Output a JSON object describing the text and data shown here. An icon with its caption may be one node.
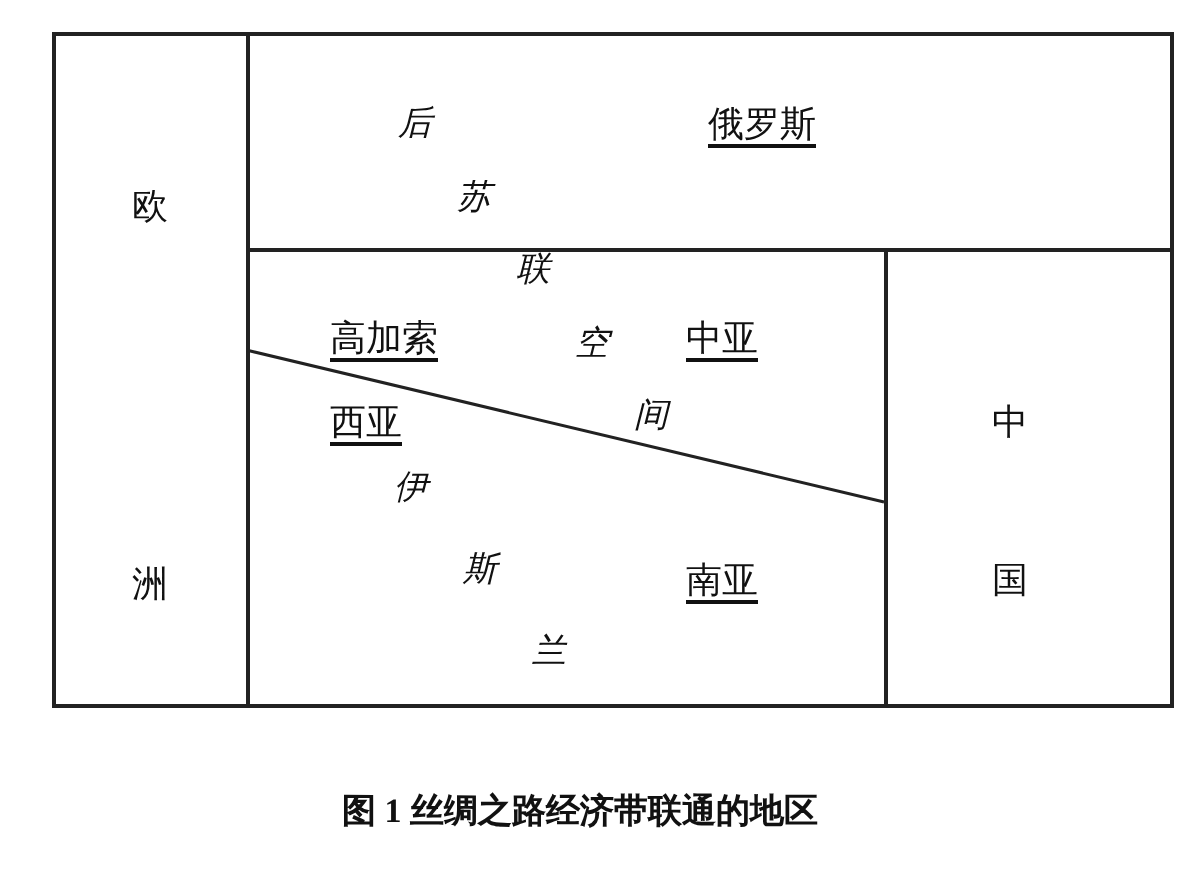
{
  "diagram": {
    "caption": "图 1 丝绸之路经济带联通的地区",
    "nodes": [
      {
        "text": [
          "欧",
          "洲"
        ]
      },
      {
        "text": [
          "俄罗斯"
        ]
      },
      {
        "text": [
          "高加索",
          "中亚",
          "西亚",
          "南亚"
        ]
      },
      {
        "text": [
          "中",
          "国"
        ]
      }
    ],
    "labels": [
      "后苏联空间",
      "伊斯兰"
    ]
  }
}
